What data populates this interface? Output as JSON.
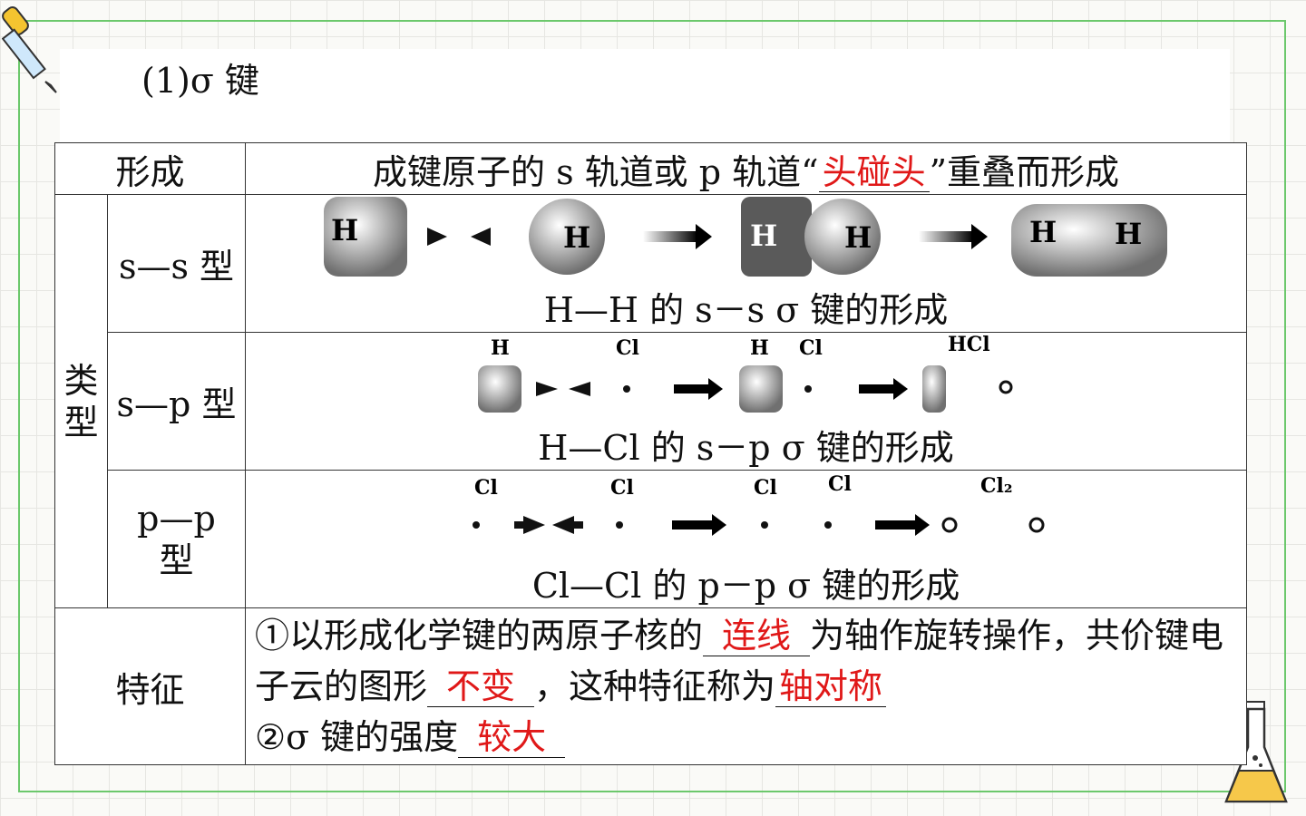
{
  "section_title": "(1)σ 键",
  "table": {
    "formation_label": "形成",
    "formation_text_before": "成键原子的 s 轨道或 p 轨道“",
    "formation_blank": "头碰头",
    "formation_text_after": "”重叠而形成",
    "type_label": "类型",
    "rows": [
      {
        "type": "s—s 型",
        "caption": "H—H 的 s－s σ 键的形成",
        "atom_labels": [
          "H",
          "H",
          "H",
          "H",
          "H",
          "H"
        ]
      },
      {
        "type": "s—p 型",
        "caption": "H—Cl 的 s－p σ 键的形成",
        "atom_labels": [
          "H",
          "Cl",
          "H",
          "Cl",
          "HCl"
        ]
      },
      {
        "type_line1": "p—p",
        "type_line2": "型",
        "caption": "Cl—Cl 的 p－p σ 键的形成",
        "atom_labels": [
          "Cl",
          "Cl",
          "Cl",
          "Cl"
        ],
        "product_label": "Cl₂"
      }
    ],
    "feature_label": "特征",
    "feature": {
      "p1_a": "①以形成化学键的两原子核的",
      "p1_blank1": "连线",
      "p1_b": "为轴作旋转操作，共价键电子云的图形",
      "p1_blank2": "不变",
      "p1_c": "，这种特征称为",
      "p1_blank3": "轴对称",
      "p2_a": "②σ 键的强度",
      "p2_blank": "较大"
    }
  }
}
